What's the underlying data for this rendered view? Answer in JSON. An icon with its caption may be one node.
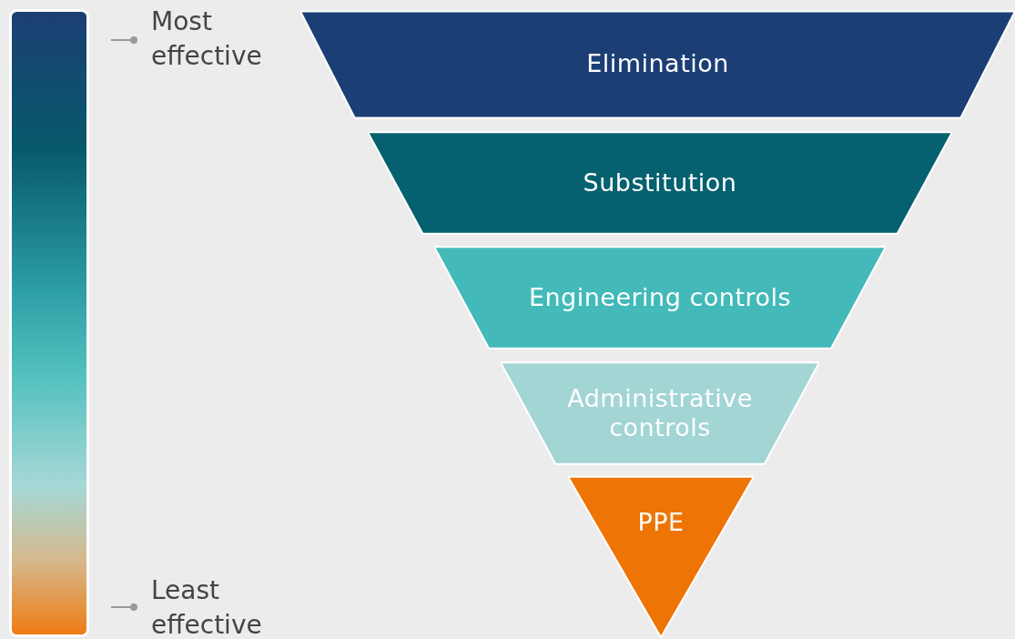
{
  "diagram": {
    "nodes": [
      {
        "text": [],
        "shape": "bar"
      },
      {
        "text": [
          "Elimination"
        ]
      },
      {
        "text": [
          "Substitution"
        ]
      },
      {
        "text": [
          "Engineering controls"
        ]
      },
      {
        "text": [
          "Administrative controls"
        ]
      },
      {
        "text": [
          "PPE"
        ]
      }
    ],
    "labels": [
      "Most effective",
      "Least effective"
    ]
  }
}
